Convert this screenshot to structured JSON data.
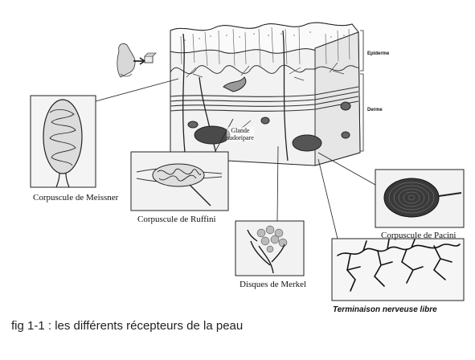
{
  "caption": "fig 1-1 : les différents récepteurs de la peau",
  "layers": {
    "epidermis": "Epiderme",
    "dermis": "Derme"
  },
  "gland": {
    "line1": "Glande",
    "line2": "sudoripare"
  },
  "receptors": {
    "meissner": "Corpuscule de Meissner",
    "ruffini": "Corpuscule de Ruffini",
    "merkel": "Disques de Merkel",
    "pacini": "Corpuscule de Pacini",
    "free_ending": "Terminaison nerveuse libre"
  }
}
